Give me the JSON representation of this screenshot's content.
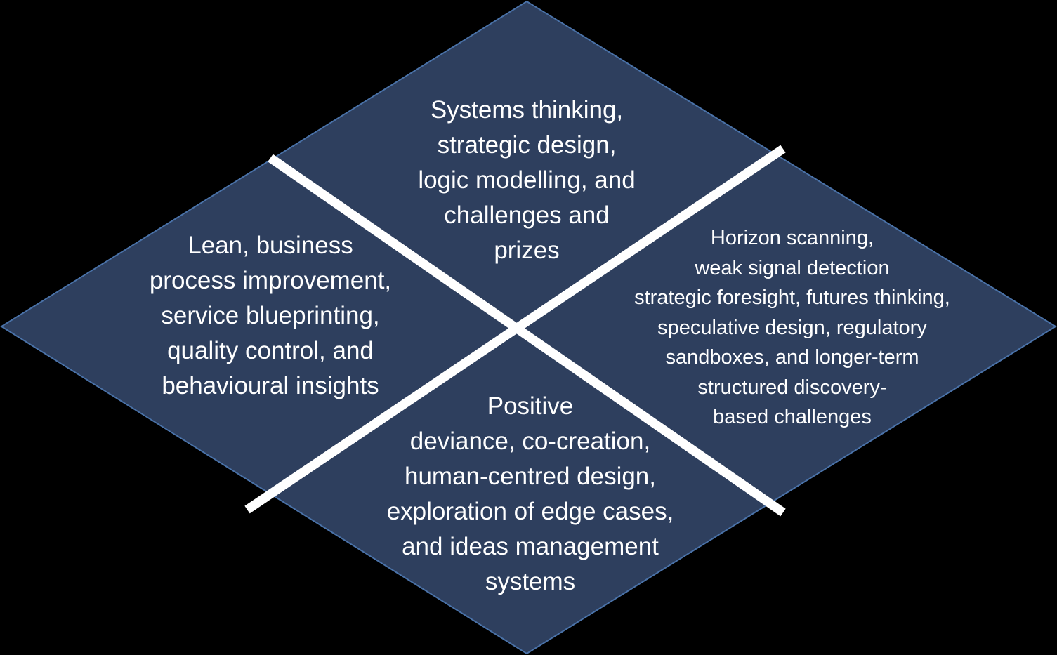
{
  "colors": {
    "background": "#000000",
    "diamond_fill": "#2E3F5E",
    "diamond_stroke": "#4A72A8",
    "divider": "#FFFFFF",
    "text": "#FFFFFF"
  },
  "quadrants": {
    "top": {
      "lines": [
        "Systems thinking,",
        "strategic design,",
        "logic modelling, and",
        "challenges and",
        "prizes"
      ]
    },
    "left": {
      "lines": [
        "Lean, business",
        "process improvement,",
        "service blueprinting,",
        "quality control, and",
        "behavioural insights"
      ]
    },
    "right": {
      "lines": [
        "Horizon scanning,",
        "weak signal detection",
        "strategic foresight, futures thinking,",
        "speculative design, regulatory",
        "sandboxes, and longer-term",
        "structured discovery-",
        "based challenges"
      ]
    },
    "bottom": {
      "lines": [
        "Positive",
        "deviance, co-creation,",
        "human-centred design,",
        "exploration of edge cases,",
        "and ideas management",
        "systems"
      ]
    }
  }
}
